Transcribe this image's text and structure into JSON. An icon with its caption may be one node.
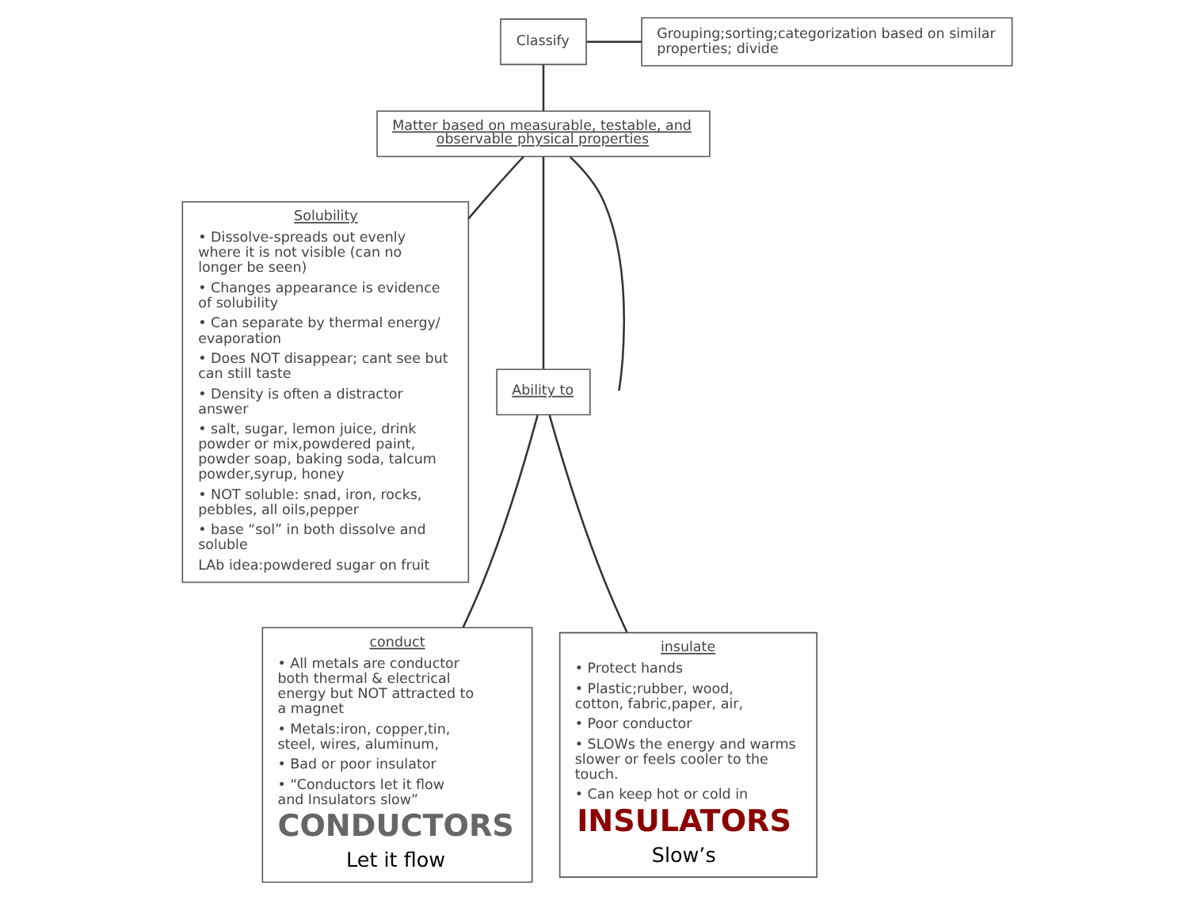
{
  "diagram": {
    "nodes": [
      {
        "text": [
          "Classify"
        ]
      },
      {
        "text": [
          "Grouping;sorting;categorization based on similar properties; divide"
        ]
      },
      {
        "text": [
          "Matter based on measurable, testable, and observable physical properties"
        ]
      },
      {
        "text": [
          "Solubility",
          "• Dissolve-spreads out evenly where it is not visible (can no longer be seen)",
          "• Changes appearance is evidence of solubility",
          "• Can separate by thermal energy/ evaporation",
          "• Does NOT disappear; cant see but can still taste",
          "• Density is often a distractor answer",
          "• salt, sugar, lemon juice, drink powder or mix,powdered paint, powder soap, baking soda, talcum powder,syrup, honey",
          "• NOT soluble: snad, iron, rocks, pebbles, all oils,pepper",
          "• base “sol” in both dissolve and soluble",
          "LAb idea:powdered sugar on fruit"
        ]
      },
      {
        "text": [
          "Ability to"
        ]
      },
      {
        "text": [
          "conduct",
          "• All metals are conductor both thermal & electrical energy but NOT attracted to a magnet",
          "• Metals:iron, copper,tin, steel, wires, aluminum,",
          "• Bad or poor insulator",
          "• “Conductors let it flow and Insulators slow”",
          "CONDUCTORS",
          "Let it flow"
        ]
      },
      {
        "text": [
          "insulate",
          "• Protect hands",
          "• Plastic;rubber, wood, cotton, fabric,paper, air,",
          "• Poor conductor",
          "• SLOWs the energy and warms slower or feels cooler to the touch.",
          "• Can keep hot or cold in",
          "INSULATORS",
          "Slow’s"
        ]
      }
    ],
    "edges": [
      {
        "from": 0,
        "to": 1,
        "arrow": "none"
      },
      {
        "from": 0,
        "to": 2,
        "arrow": "none"
      },
      {
        "from": 2,
        "to": null,
        "arrow": "none"
      },
      {
        "from": 2,
        "to": 3,
        "arrow": "none"
      },
      {
        "from": 2,
        "to": 4,
        "arrow": "none"
      },
      {
        "from": 4,
        "to": 5,
        "arrow": "none"
      },
      {
        "from": 4,
        "to": 6,
        "arrow": "none"
      }
    ]
  }
}
